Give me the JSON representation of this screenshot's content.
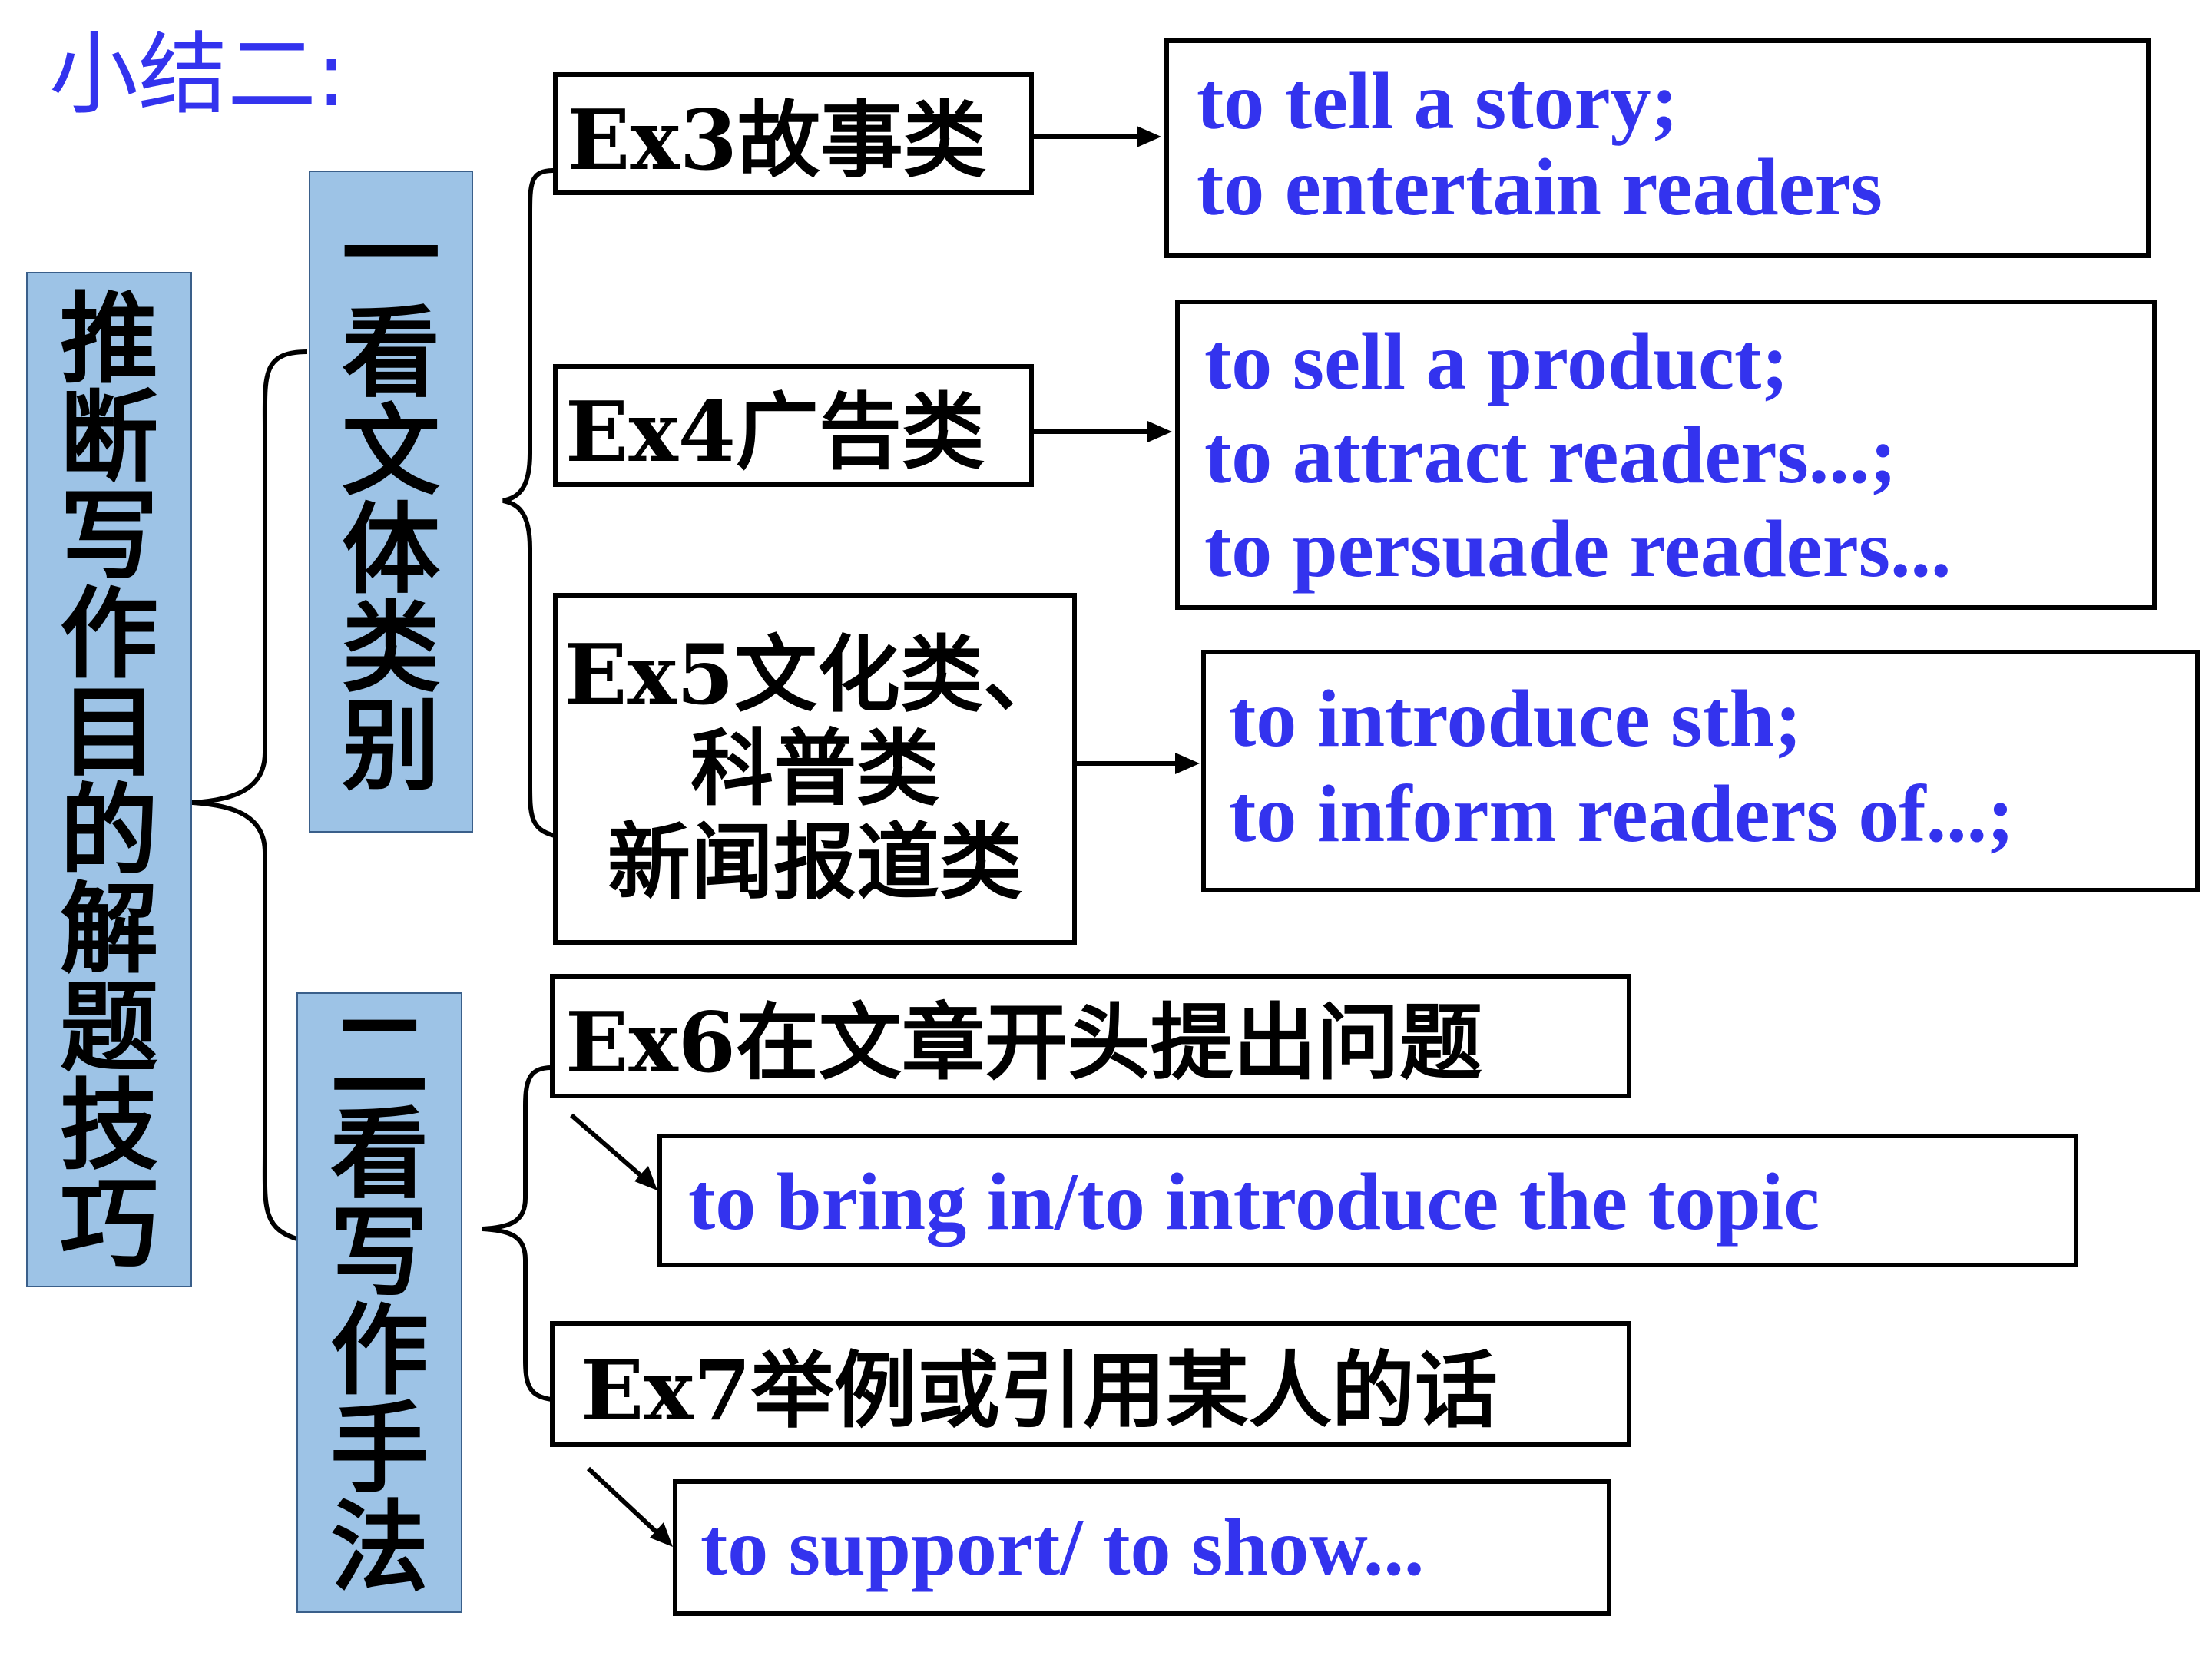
{
  "title": "小结二:",
  "colors": {
    "accent_blue": "#3333ee",
    "box_fill": "#9dc3e6",
    "border": "#000000",
    "text": "#000000"
  },
  "main_box": {
    "chars": [
      "推",
      "断",
      "写",
      "作",
      "目",
      "的",
      "解",
      "题",
      "技",
      "巧"
    ]
  },
  "branch_1": {
    "chars": [
      "一",
      "看",
      "文",
      "体",
      "类",
      "别"
    ],
    "items": [
      {
        "label": "Ex3故事类",
        "purposes": [
          "to tell a story;",
          "to entertain readers"
        ]
      },
      {
        "label": "Ex4广告类",
        "purposes": [
          "to sell a product;",
          "to attract readers...;",
          "to persuade readers..."
        ]
      },
      {
        "label_lines": [
          "Ex5文化类、",
          "科普类",
          "新闻报道类"
        ],
        "purposes": [
          "to introduce sth;",
          "to inform readers of...;"
        ]
      }
    ]
  },
  "branch_2": {
    "chars": [
      "二",
      "看",
      "写",
      "作",
      "手",
      "法"
    ],
    "items": [
      {
        "label": "Ex6在文章开头提出问题",
        "purposes": [
          "to bring in/to introduce the topic"
        ]
      },
      {
        "label": "Ex7举例或引用某人的话",
        "purposes": [
          "to support/ to show..."
        ]
      }
    ]
  }
}
